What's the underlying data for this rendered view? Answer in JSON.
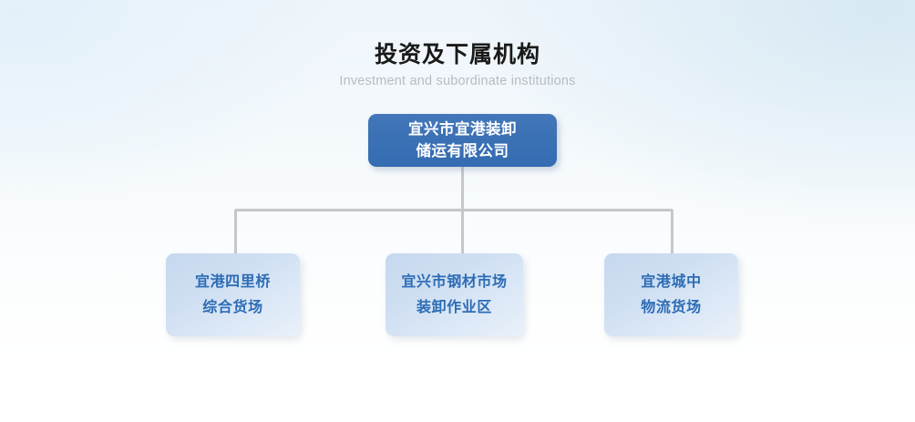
{
  "heading": {
    "title": "投资及下属机构",
    "subtitle": "Investment and subordinate institutions"
  },
  "chart_data": {
    "type": "diagram",
    "diagram_type": "organization-chart",
    "title": "投资及下属机构",
    "subtitle": "Investment and subordinate institutions",
    "orientation": "top-down",
    "levels": 2,
    "root": {
      "id": "root",
      "lines": [
        "宜兴市宜港装卸",
        "储运有限公司"
      ],
      "full_text": "宜兴市宜港装卸储运有限公司",
      "fill": "#3a70b4",
      "text_color": "#ffffff"
    },
    "children": [
      {
        "id": "child-0",
        "lines": [
          "宜港四里桥",
          "综合货场"
        ],
        "full_text": "宜港四里桥综合货场",
        "fill": "#cfdff2",
        "text_color": "#2d6cb5"
      },
      {
        "id": "child-1",
        "lines": [
          "宜兴市钢材市场",
          "装卸作业区"
        ],
        "full_text": "宜兴市钢材市场装卸作业区",
        "fill": "#cfdff2",
        "text_color": "#2d6cb5"
      },
      {
        "id": "child-2",
        "lines": [
          "宜港城中",
          "物流货场"
        ],
        "full_text": "宜港城中物流货场",
        "fill": "#cfdff2",
        "text_color": "#2d6cb5"
      }
    ],
    "edges": [
      {
        "from": "root",
        "to": "child-0"
      },
      {
        "from": "root",
        "to": "child-1"
      },
      {
        "from": "root",
        "to": "child-2"
      }
    ],
    "colors": {
      "connector": "#c5c7c9",
      "background_top": "#eaf3fa",
      "background_bottom": "#ffffff",
      "title_color": "#1a1a1a",
      "subtitle_color": "#b9bcc0"
    }
  }
}
